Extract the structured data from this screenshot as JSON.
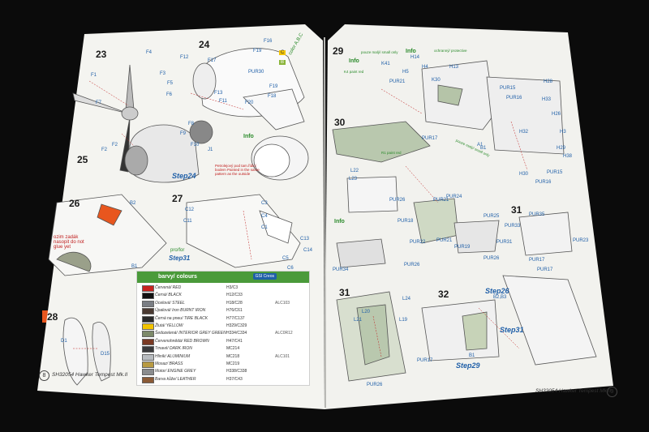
{
  "left_page": {
    "steps": [
      "23",
      "24",
      "25",
      "26",
      "27",
      "28"
    ],
    "labels_23": [
      "F4",
      "F3",
      "F5",
      "F6",
      "F7",
      "F2",
      "F1"
    ],
    "labels_24": [
      "F16",
      "F17",
      "F19",
      "F12",
      "F13",
      "PUR30",
      "F20",
      "F11",
      "F19",
      "F18"
    ],
    "labels_24_green": "color A,B,C",
    "labels_24_colors": [
      "C",
      "B"
    ],
    "step24_info": "Info",
    "step24_note": "Petrolejový pod tam.řídicí bodem Painted in the same pattern as the outside",
    "step24_ref": "Step24",
    "labels_25": [
      "F8",
      "F9",
      "F10",
      "F2",
      "J1"
    ],
    "labels_26": [
      "B2",
      "B1"
    ],
    "note_26": "ozim zadák nasopit do not glue yet",
    "step26_ref": "Step31",
    "step26_prefix": "pro/for",
    "labels_27": [
      "C3",
      "C12",
      "C11",
      "C4",
      "C1",
      "C13",
      "C14",
      "C5",
      "C6"
    ],
    "labels_28": [
      "D1",
      "D15"
    ],
    "colour_table": {
      "title": "barvy/ colours",
      "badge": "GSI Creos",
      "rows": [
        {
          "name": "Červená/ RED",
          "code": "H3/C3",
          "alt": "",
          "color": "#c8231e"
        },
        {
          "name": "Černá/ BLACK",
          "code": "H12/C33",
          "alt": "",
          "color": "#111111"
        },
        {
          "name": "Ocelová/ STEEL",
          "code": "H18/C28",
          "alt": "ALC103",
          "color": "#7a7e84"
        },
        {
          "name": "Úpalová/ Iron BURNT IRON",
          "code": "H76/C61",
          "alt": "",
          "color": "#4a3a32"
        },
        {
          "name": "Černá na pneu/ TIRE BLACK",
          "code": "H77/C137",
          "alt": "",
          "color": "#2a2a2a"
        },
        {
          "name": "Žlutá/ YELLOW",
          "code": "H329/C329",
          "alt": "",
          "color": "#f2c400"
        },
        {
          "name": "Šedozelená/ INTERIOR GREY GREEN",
          "code": "H334/C334",
          "alt": "ALC0R12",
          "color": "#7d8a6a"
        },
        {
          "name": "Červenohnědá/ RED BROWN",
          "code": "H47/C41",
          "alt": "",
          "color": "#7a3a24"
        },
        {
          "name": "Tmavé/ DARK IRON",
          "code": "MC214",
          "alt": "",
          "color": "#3a3a3c"
        },
        {
          "name": "Hliník/ ALUMINIUM",
          "code": "MC218",
          "alt": "ALC101",
          "color": "#b8bcc0"
        },
        {
          "name": "Mosaz/ BRASS",
          "code": "MC219",
          "alt": "",
          "color": "#b89a42"
        },
        {
          "name": "Motor/ ENGINE GREY",
          "code": "H338/C338",
          "alt": "",
          "color": "#8a8c8e"
        },
        {
          "name": "Barva kůže/ LEATHER",
          "code": "H37/C43",
          "alt": "",
          "color": "#8a5a36"
        }
      ]
    },
    "footer": "SH32054  Hawker Tempest Mk.II",
    "page_number": "8"
  },
  "right_page": {
    "steps": [
      "29",
      "30",
      "31",
      "31",
      "32"
    ],
    "info_labels": [
      "Info",
      "Info",
      "Info"
    ],
    "green_notes": [
      "pouze malý/ small only",
      "ochranný/ protective ",
      "K4 paint red",
      "pouze malý/ small only",
      "R1 paint red"
    ],
    "labels_29": [
      "K41",
      "H14",
      "PUR21",
      "H4",
      "H5",
      "K30",
      "H13",
      "PUR15",
      "PUR16",
      "A1",
      "H28",
      "H33",
      "H26",
      "PUR16",
      "PUR15",
      "H29",
      "H3",
      "H38",
      "H32"
    ],
    "labels_30": [
      "PUR17",
      "L22",
      "L23",
      "PUR26",
      "PUR24",
      "PUR21",
      "PUR18",
      "PUR22",
      "PUR21",
      "PUR19",
      "PUR26",
      "PUR25",
      "PUR34",
      "PUR26",
      "B1",
      "H30"
    ],
    "labels_31": [
      "L21",
      "L20",
      "L19",
      "L24",
      "PUR26",
      "PUR17",
      "PUR35",
      "PUR33",
      "PUR31",
      "PUR23",
      "PUR17",
      "PUR17"
    ],
    "labels_32": [
      "Step26",
      "B2,B3",
      "Step31",
      "B1",
      "Step29"
    ],
    "footer": "SH32054  Hawker Tempest Mk.II",
    "page_number": "9"
  }
}
